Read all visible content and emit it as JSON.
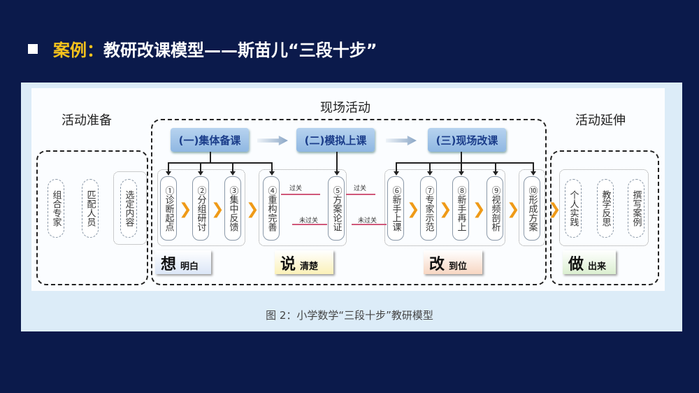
{
  "title": {
    "prefix": "案例：",
    "main": "教研改课模型——斯苗儿“三段十步”"
  },
  "sections": {
    "prep": "活动准备",
    "onsite": "现场活动",
    "extend": "活动延伸"
  },
  "headers": [
    "(一)集体备课",
    "(二)模拟上课",
    "(三)现场改课"
  ],
  "prep_items": [
    "组合专家",
    "匹配人员",
    "选定内容"
  ],
  "steps": [
    "①诊断起点",
    "②分组研讨",
    "③集中反馈",
    "④重构完善",
    "⑤方案论证",
    "⑥新手上课",
    "⑦专家示范",
    "⑧新手再上",
    "⑨视频剖析",
    "⑩形成方案"
  ],
  "extend_items": [
    "个人实践",
    "教学反思",
    "撰写案例"
  ],
  "pass": "过关",
  "fail": "未过关",
  "labels": [
    {
      "big": "想",
      "small": "明白"
    },
    {
      "big": "说",
      "small": "清楚"
    },
    {
      "big": "改",
      "small": "到位"
    },
    {
      "big": "做",
      "small": "出来"
    }
  ],
  "caption": "图 2：小学数学“三段十步”教研模型"
}
